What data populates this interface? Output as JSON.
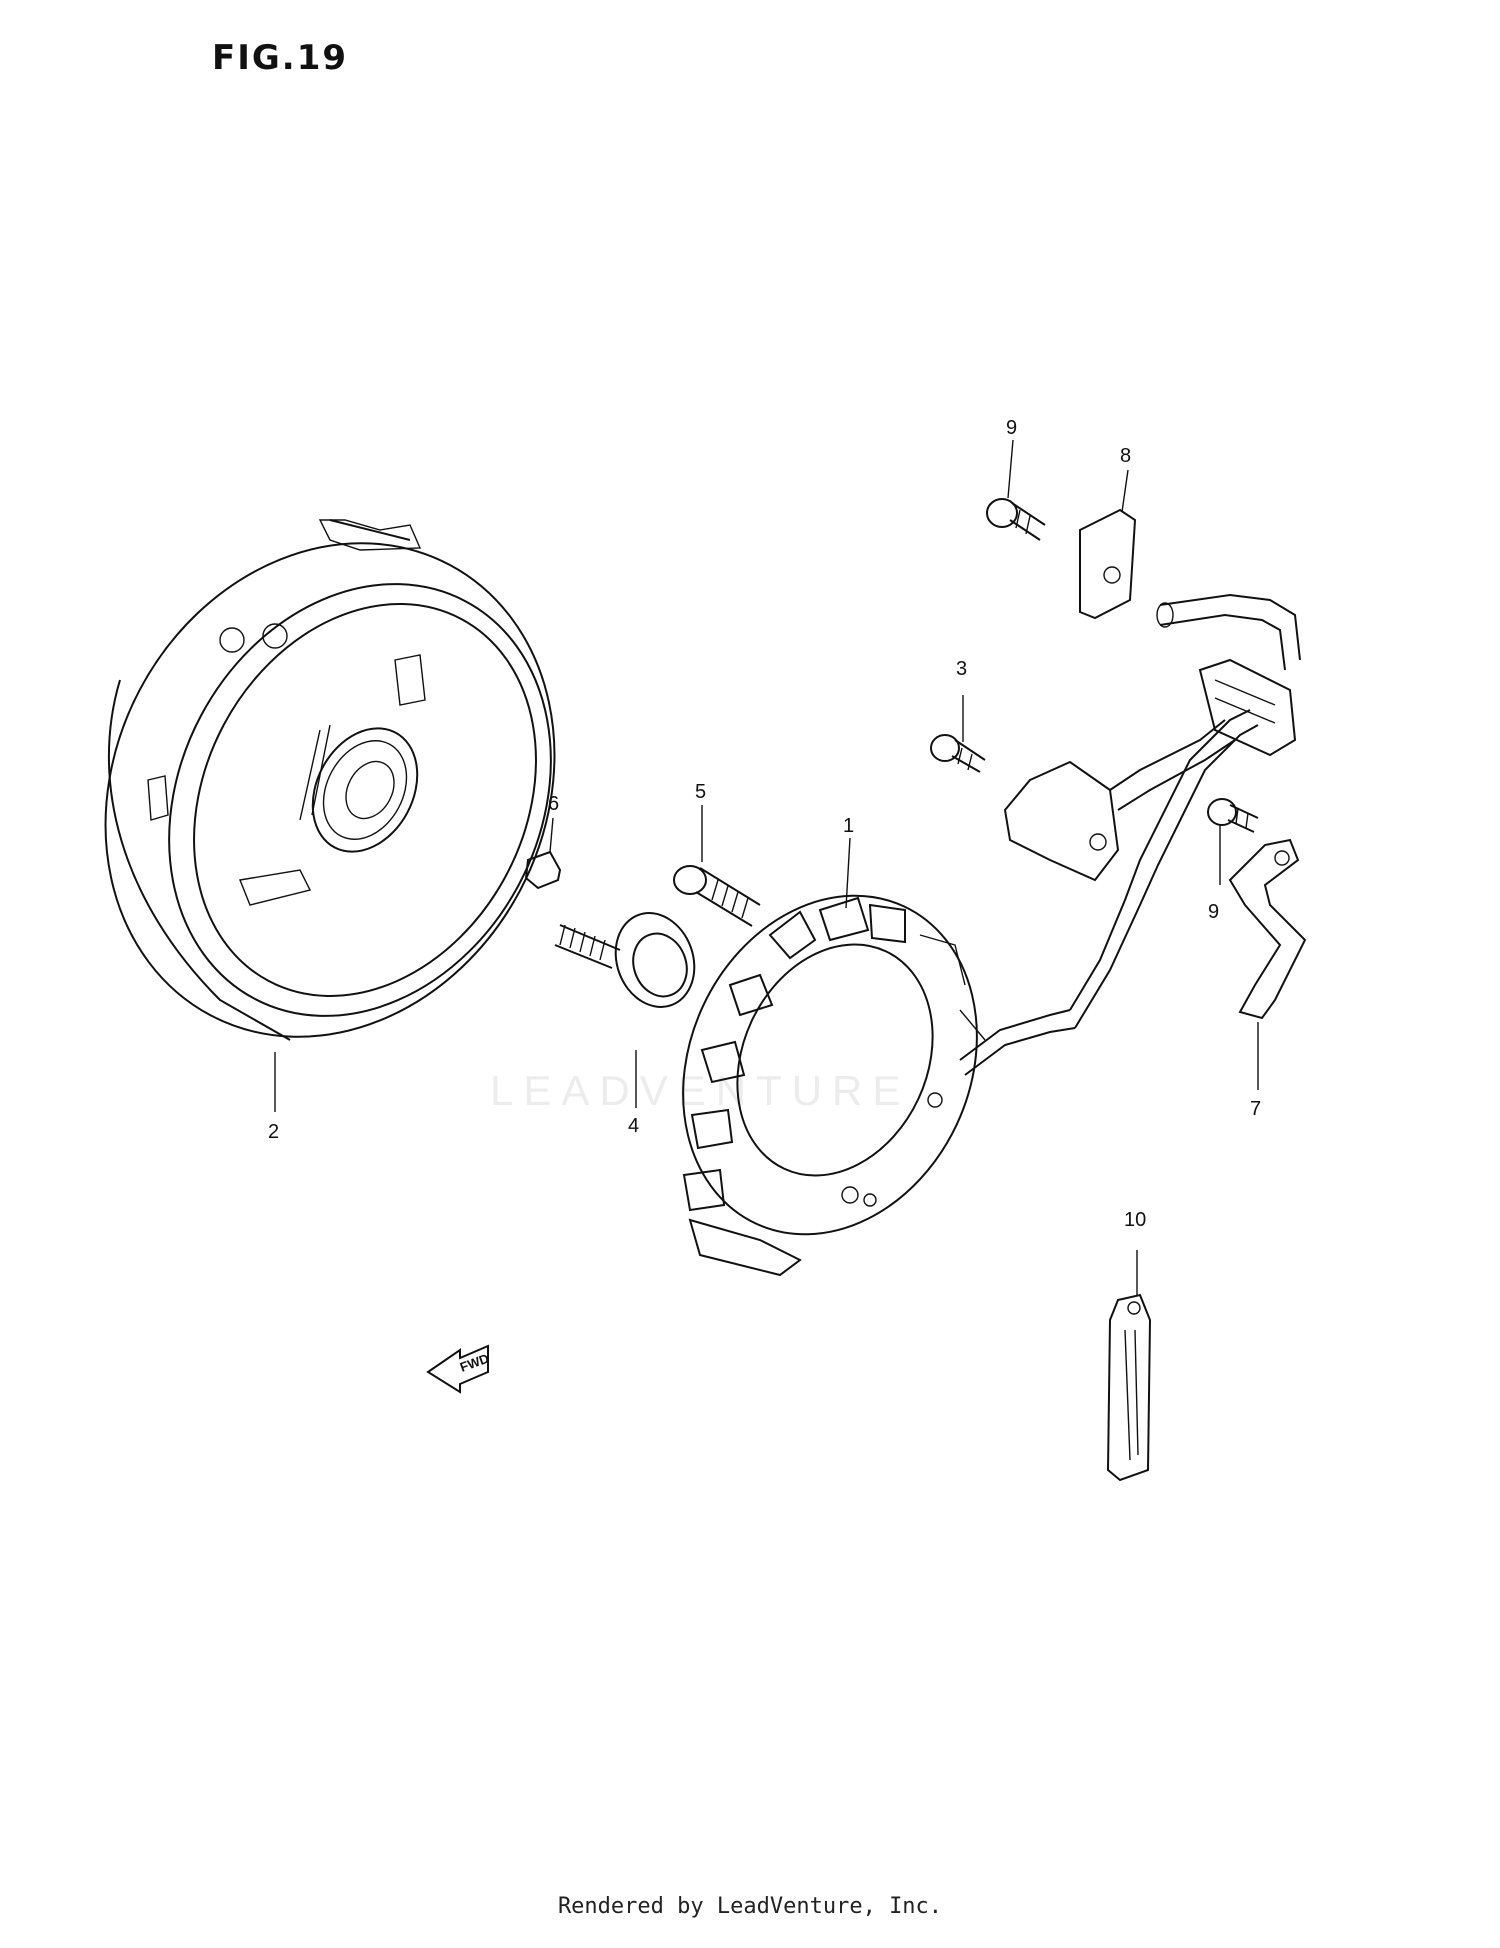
{
  "figure": {
    "title": "FIG.19"
  },
  "callouts": {
    "c1": "1",
    "c2": "2",
    "c3": "3",
    "c4": "4",
    "c5": "5",
    "c6": "6",
    "c7": "7",
    "c8": "8",
    "c9a": "9",
    "c9b": "9",
    "c10": "10"
  },
  "fwd_arrow": {
    "label": "FWD"
  },
  "watermark": {
    "text": "LEADVENTURE"
  },
  "footer": {
    "text": "Rendered by LeadVenture, Inc."
  }
}
